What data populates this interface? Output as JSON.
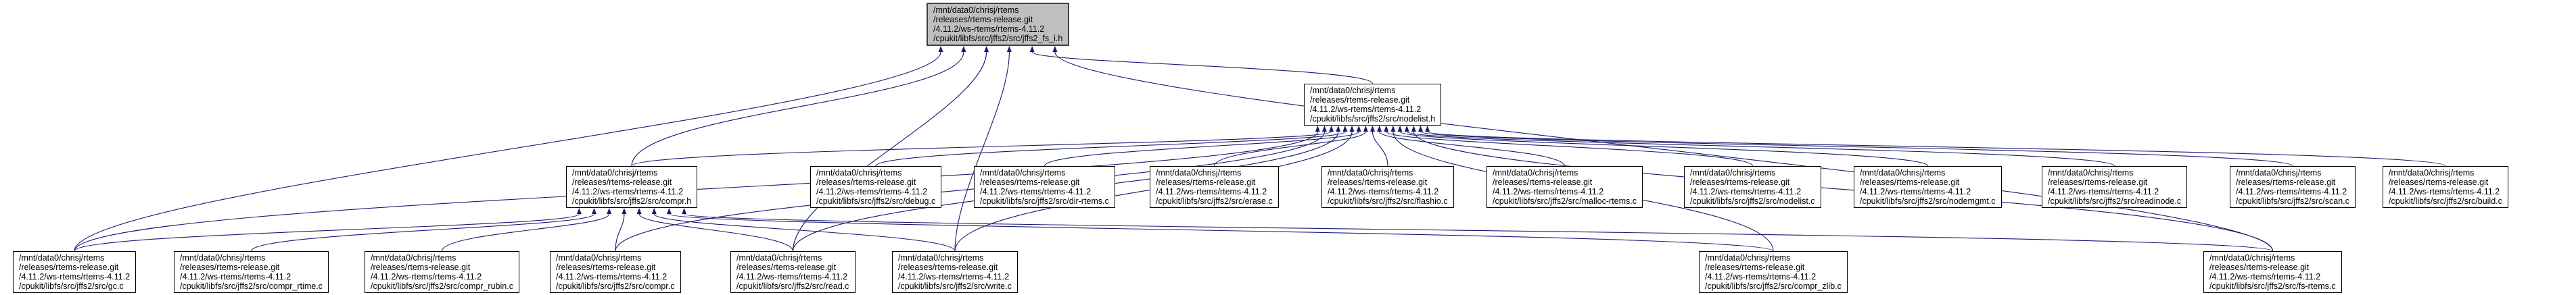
{
  "diagram": {
    "kind": "doxygen-include-dependency-graph",
    "colors": {
      "edge": "#191970",
      "node_fill": "#ffffff",
      "node_border": "#000000",
      "root_fill": "#bfbfbf",
      "root_border": "#404040",
      "text": "#000000",
      "background": "#ffffff"
    }
  },
  "nodes": [
    {
      "id": "jffs2_fs_i_h",
      "root": true,
      "lines": [
        "/mnt/data0/chrisj/rtems",
        "/releases/rtems-release.git",
        "/4.11.2/ws-rtems/rtems-4.11.2",
        "/cpukit/libfs/src/jffs2/src/jffs2_fs_i.h"
      ]
    },
    {
      "id": "nodelist_h",
      "lines": [
        "/mnt/data0/chrisj/rtems",
        "/releases/rtems-release.git",
        "/4.11.2/ws-rtems/rtems-4.11.2",
        "/cpukit/libfs/src/jffs2/src/nodelist.h"
      ]
    },
    {
      "id": "compr_h",
      "lines": [
        "/mnt/data0/chrisj/rtems",
        "/releases/rtems-release.git",
        "/4.11.2/ws-rtems/rtems-4.11.2",
        "/cpukit/libfs/src/jffs2/src/compr.h"
      ]
    },
    {
      "id": "debug_c",
      "lines": [
        "/mnt/data0/chrisj/rtems",
        "/releases/rtems-release.git",
        "/4.11.2/ws-rtems/rtems-4.11.2",
        "/cpukit/libfs/src/jffs2/src/debug.c"
      ]
    },
    {
      "id": "dir_rtems_c",
      "lines": [
        "/mnt/data0/chrisj/rtems",
        "/releases/rtems-release.git",
        "/4.11.2/ws-rtems/rtems-4.11.2",
        "/cpukit/libfs/src/jffs2/src/dir-rtems.c"
      ]
    },
    {
      "id": "erase_c",
      "lines": [
        "/mnt/data0/chrisj/rtems",
        "/releases/rtems-release.git",
        "/4.11.2/ws-rtems/rtems-4.11.2",
        "/cpukit/libfs/src/jffs2/src/erase.c"
      ]
    },
    {
      "id": "flashio_c",
      "lines": [
        "/mnt/data0/chrisj/rtems",
        "/releases/rtems-release.git",
        "/4.11.2/ws-rtems/rtems-4.11.2",
        "/cpukit/libfs/src/jffs2/src/flashio.c"
      ]
    },
    {
      "id": "malloc_rtems_c",
      "lines": [
        "/mnt/data0/chrisj/rtems",
        "/releases/rtems-release.git",
        "/4.11.2/ws-rtems/rtems-4.11.2",
        "/cpukit/libfs/src/jffs2/src/malloc-rtems.c"
      ]
    },
    {
      "id": "nodelist_c",
      "lines": [
        "/mnt/data0/chrisj/rtems",
        "/releases/rtems-release.git",
        "/4.11.2/ws-rtems/rtems-4.11.2",
        "/cpukit/libfs/src/jffs2/src/nodelist.c"
      ]
    },
    {
      "id": "nodemgmt_c",
      "lines": [
        "/mnt/data0/chrisj/rtems",
        "/releases/rtems-release.git",
        "/4.11.2/ws-rtems/rtems-4.11.2",
        "/cpukit/libfs/src/jffs2/src/nodemgmt.c"
      ]
    },
    {
      "id": "readinode_c",
      "lines": [
        "/mnt/data0/chrisj/rtems",
        "/releases/rtems-release.git",
        "/4.11.2/ws-rtems/rtems-4.11.2",
        "/cpukit/libfs/src/jffs2/src/readinode.c"
      ]
    },
    {
      "id": "scan_c",
      "lines": [
        "/mnt/data0/chrisj/rtems",
        "/releases/rtems-release.git",
        "/4.11.2/ws-rtems/rtems-4.11.2",
        "/cpukit/libfs/src/jffs2/src/scan.c"
      ]
    },
    {
      "id": "build_c",
      "lines": [
        "/mnt/data0/chrisj/rtems",
        "/releases/rtems-release.git",
        "/4.11.2/ws-rtems/rtems-4.11.2",
        "/cpukit/libfs/src/jffs2/src/build.c"
      ]
    },
    {
      "id": "gc_c",
      "lines": [
        "/mnt/data0/chrisj/rtems",
        "/releases/rtems-release.git",
        "/4.11.2/ws-rtems/rtems-4.11.2",
        "/cpukit/libfs/src/jffs2/src/gc.c"
      ]
    },
    {
      "id": "compr_rtime_c",
      "lines": [
        "/mnt/data0/chrisj/rtems",
        "/releases/rtems-release.git",
        "/4.11.2/ws-rtems/rtems-4.11.2",
        "/cpukit/libfs/src/jffs2/src/compr_rtime.c"
      ]
    },
    {
      "id": "compr_rubin_c",
      "lines": [
        "/mnt/data0/chrisj/rtems",
        "/releases/rtems-release.git",
        "/4.11.2/ws-rtems/rtems-4.11.2",
        "/cpukit/libfs/src/jffs2/src/compr_rubin.c"
      ]
    },
    {
      "id": "compr_c",
      "lines": [
        "/mnt/data0/chrisj/rtems",
        "/releases/rtems-release.git",
        "/4.11.2/ws-rtems/rtems-4.11.2",
        "/cpukit/libfs/src/jffs2/src/compr.c"
      ]
    },
    {
      "id": "read_c",
      "lines": [
        "/mnt/data0/chrisj/rtems",
        "/releases/rtems-release.git",
        "/4.11.2/ws-rtems/rtems-4.11.2",
        "/cpukit/libfs/src/jffs2/src/read.c"
      ]
    },
    {
      "id": "write_c",
      "lines": [
        "/mnt/data0/chrisj/rtems",
        "/releases/rtems-release.git",
        "/4.11.2/ws-rtems/rtems-4.11.2",
        "/cpukit/libfs/src/jffs2/src/write.c"
      ]
    },
    {
      "id": "compr_zlib_c",
      "lines": [
        "/mnt/data0/chrisj/rtems",
        "/releases/rtems-release.git",
        "/4.11.2/ws-rtems/rtems-4.11.2",
        "/cpukit/libfs/src/jffs2/src/compr_zlib.c"
      ]
    },
    {
      "id": "fs_rtems_c",
      "lines": [
        "/mnt/data0/chrisj/rtems",
        "/releases/rtems-release.git",
        "/4.11.2/ws-rtems/rtems-4.11.2",
        "/cpukit/libfs/src/jffs2/src/fs-rtems.c"
      ]
    }
  ],
  "edges": [
    {
      "from": "nodelist_h",
      "to": "jffs2_fs_i_h"
    },
    {
      "from": "compr_h",
      "to": "jffs2_fs_i_h"
    },
    {
      "from": "gc_c",
      "to": "jffs2_fs_i_h"
    },
    {
      "from": "read_c",
      "to": "jffs2_fs_i_h"
    },
    {
      "from": "write_c",
      "to": "jffs2_fs_i_h"
    },
    {
      "from": "fs_rtems_c",
      "to": "jffs2_fs_i_h"
    },
    {
      "from": "compr_h",
      "to": "nodelist_h"
    },
    {
      "from": "debug_c",
      "to": "nodelist_h"
    },
    {
      "from": "dir_rtems_c",
      "to": "nodelist_h"
    },
    {
      "from": "erase_c",
      "to": "nodelist_h"
    },
    {
      "from": "flashio_c",
      "to": "nodelist_h"
    },
    {
      "from": "malloc_rtems_c",
      "to": "nodelist_h"
    },
    {
      "from": "nodelist_c",
      "to": "nodelist_h"
    },
    {
      "from": "nodemgmt_c",
      "to": "nodelist_h"
    },
    {
      "from": "readinode_c",
      "to": "nodelist_h"
    },
    {
      "from": "scan_c",
      "to": "nodelist_h"
    },
    {
      "from": "build_c",
      "to": "nodelist_h"
    },
    {
      "from": "gc_c",
      "to": "nodelist_h"
    },
    {
      "from": "compr_c",
      "to": "nodelist_h"
    },
    {
      "from": "read_c",
      "to": "nodelist_h"
    },
    {
      "from": "write_c",
      "to": "nodelist_h"
    },
    {
      "from": "compr_zlib_c",
      "to": "nodelist_h"
    },
    {
      "from": "fs_rtems_c",
      "to": "nodelist_h"
    },
    {
      "from": "gc_c",
      "to": "compr_h"
    },
    {
      "from": "compr_rtime_c",
      "to": "compr_h"
    },
    {
      "from": "compr_rubin_c",
      "to": "compr_h"
    },
    {
      "from": "compr_c",
      "to": "compr_h"
    },
    {
      "from": "read_c",
      "to": "compr_h"
    },
    {
      "from": "write_c",
      "to": "compr_h"
    },
    {
      "from": "compr_zlib_c",
      "to": "compr_h"
    },
    {
      "from": "fs_rtems_c",
      "to": "compr_h"
    }
  ]
}
